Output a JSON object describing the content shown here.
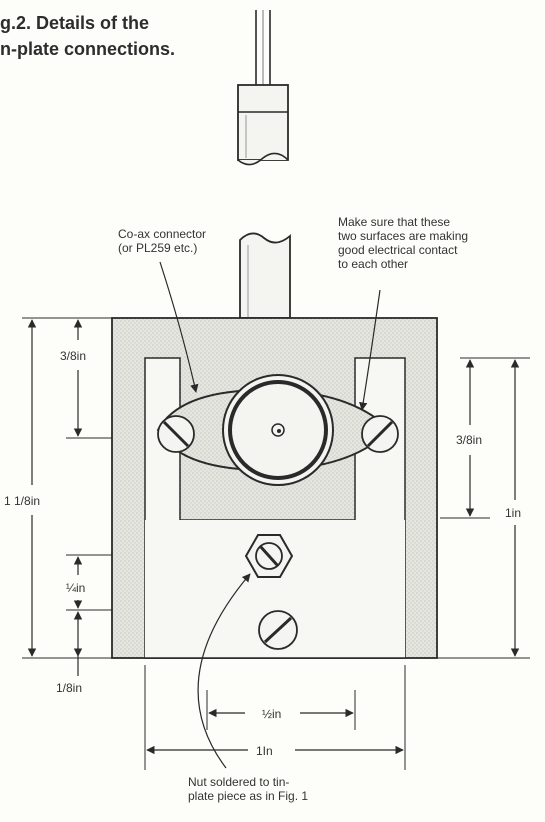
{
  "title": {
    "line1": "g.2. Details of the",
    "line2": "n-plate connections."
  },
  "callouts": {
    "coax_line1": "Co-ax connector",
    "coax_line2": "(or PL259 etc.)",
    "contact_line1": "Make sure that these",
    "contact_line2": "two surfaces are making",
    "contact_line3": "good electrical contact",
    "contact_line4": "to each other",
    "nut_line1": "Nut soldered to tin-",
    "nut_line2": "plate piece as in Fig. 1"
  },
  "dimensions": {
    "overall_height": "1 1/8in",
    "top_left": "3/8in",
    "quarter": "¼in",
    "eighth": "1/8in",
    "right_slot": "3/8in",
    "right_total": "1in",
    "half": "½in",
    "bottom_width": "1In"
  },
  "colors": {
    "plate_fill": "#e4e4df",
    "line": "#2a2a2a"
  }
}
